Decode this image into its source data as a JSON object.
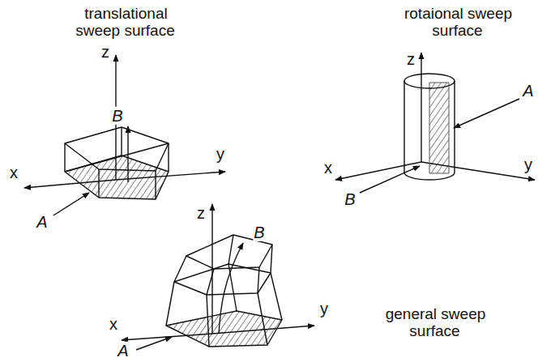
{
  "diagram": {
    "labels": [
      "translational sweep surface",
      "rotaional sweep surface",
      "general sweep surface",
      "z",
      "y",
      "x",
      "B",
      "A",
      "z",
      "y",
      "x",
      "A",
      "B",
      "z",
      "B",
      "y",
      "x",
      "A"
    ]
  }
}
